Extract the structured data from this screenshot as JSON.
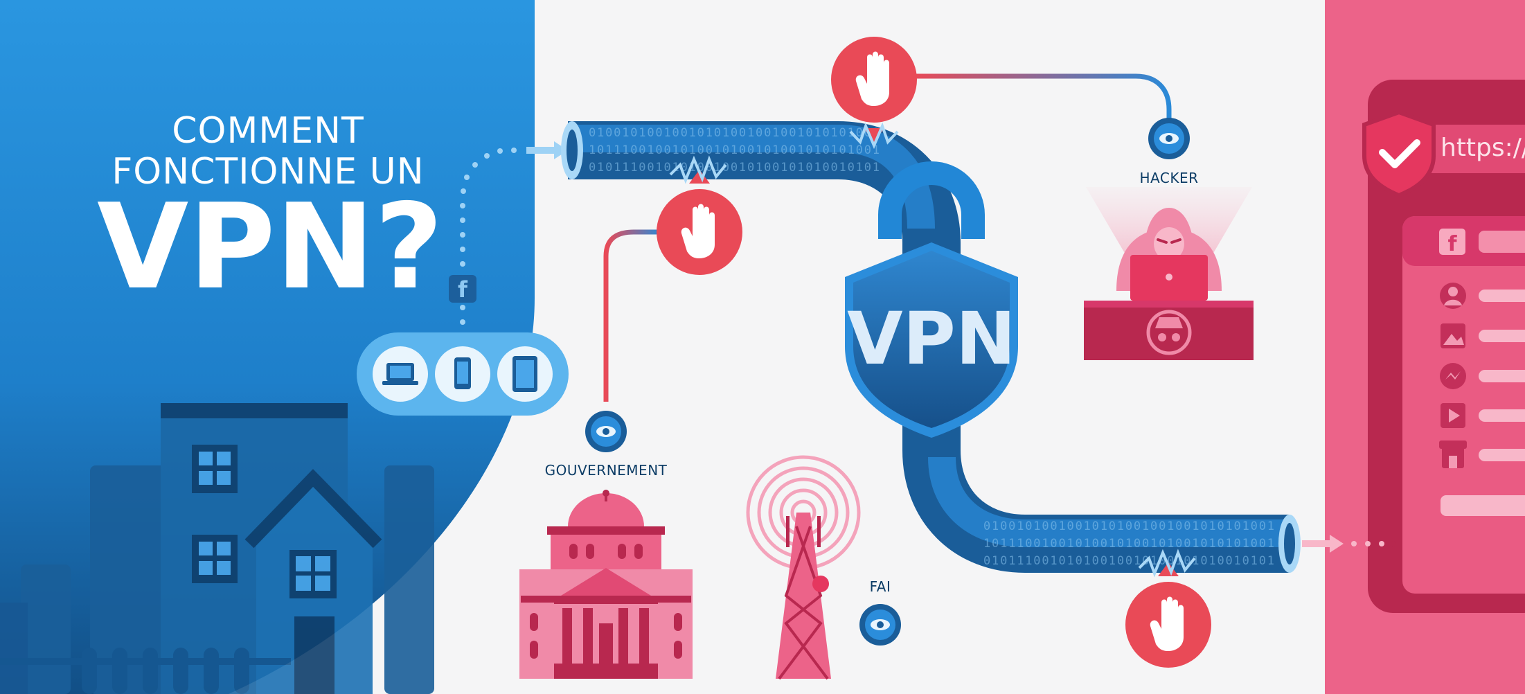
{
  "title": {
    "line1": "COMMENT",
    "line2": "FONCTIONNE UN",
    "line3": "VPN?"
  },
  "nodes": {
    "hacker": "HACKER",
    "government": "GOUVERNEMENT",
    "isp": "FAI",
    "vpn": "VPN"
  },
  "browser": {
    "url": "https://"
  },
  "binary": {
    "row1": "01001010010010101001001001010101001",
    "row2": "10111001001010010100101001010101001",
    "row3": "01011100101010010010100101010010101"
  },
  "icons": {
    "devices": [
      "laptop-icon",
      "phone-icon",
      "tablet-icon"
    ],
    "blockers": [
      "hand-stop-icon"
    ],
    "watchers": [
      "eye-icon"
    ],
    "browser_items": [
      "facebook-icon",
      "user-icon",
      "image-icon",
      "messenger-icon",
      "play-icon",
      "shop-icon"
    ]
  },
  "colors": {
    "blue_dark": "#1a5d99",
    "blue_light": "#2494de",
    "red": "#e94a57",
    "pink": "#ec6389",
    "pink_dark": "#b8284f"
  }
}
